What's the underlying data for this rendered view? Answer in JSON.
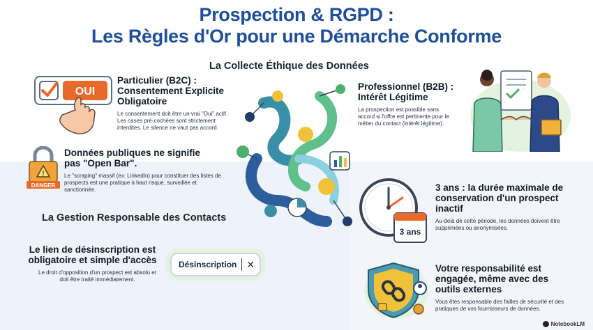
{
  "title_line1": "Prospection & RGPD :",
  "title_line2": "Les Règles d'Or pour une Démarche Conforme",
  "section_collecte": "La Collecte Éthique des Données",
  "section_gestion": "La Gestion Responsable des Contacts",
  "b2c": {
    "heading": "Particulier (B2C) : Consentement Explicite Obligatoire",
    "button": "OUI",
    "text": "Le consentement doit être un vrai \"Oui\" actif. Les cases pré-cochées sont strictement interdites. Le silence ne vaut pas accord."
  },
  "b2b": {
    "heading": "Professionnel (B2B) : Intérêt Légitime",
    "text": "La prospection est possible sans accord si l'offre est pertinente pour le métier du contact (intérêt légitime)."
  },
  "public_data": {
    "heading": "Données publiques ne signifie pas \"Open Bar\".",
    "sign": "DANGER",
    "text": "Le \"scraping\" massif (ex: LinkedIn) pour constituer des listes de prospects est une pratique à haut risque, surveillée et sanctionnée."
  },
  "retention": {
    "heading": "3 ans : la durée maximale de conservation d'un prospect inactif",
    "calendar": "3 ans",
    "text": "Au-delà de cette période, les données doivent être supprimées ou anonymisées."
  },
  "unsubscribe": {
    "heading": "Le lien de désinscription est obligatoire et simple d'accès",
    "button": "Désinscription",
    "text": "Le droit d'opposition d'un prospect est absolu et doit être traité immédiatement."
  },
  "responsibility": {
    "heading": "Votre responsabilité est engagée, même avec des outils externes",
    "text": "Vous êtes responsable des failles de sécurité et des pratiques de vos fournisseurs de données."
  },
  "brand": "NotebookLM",
  "colors": {
    "title": "#1d4f9c",
    "accent_orange": "#e8692a",
    "green": "#4caf6d",
    "teal": "#2f8f9d",
    "navy": "#1f3d6e",
    "yellow": "#f0c23a"
  }
}
